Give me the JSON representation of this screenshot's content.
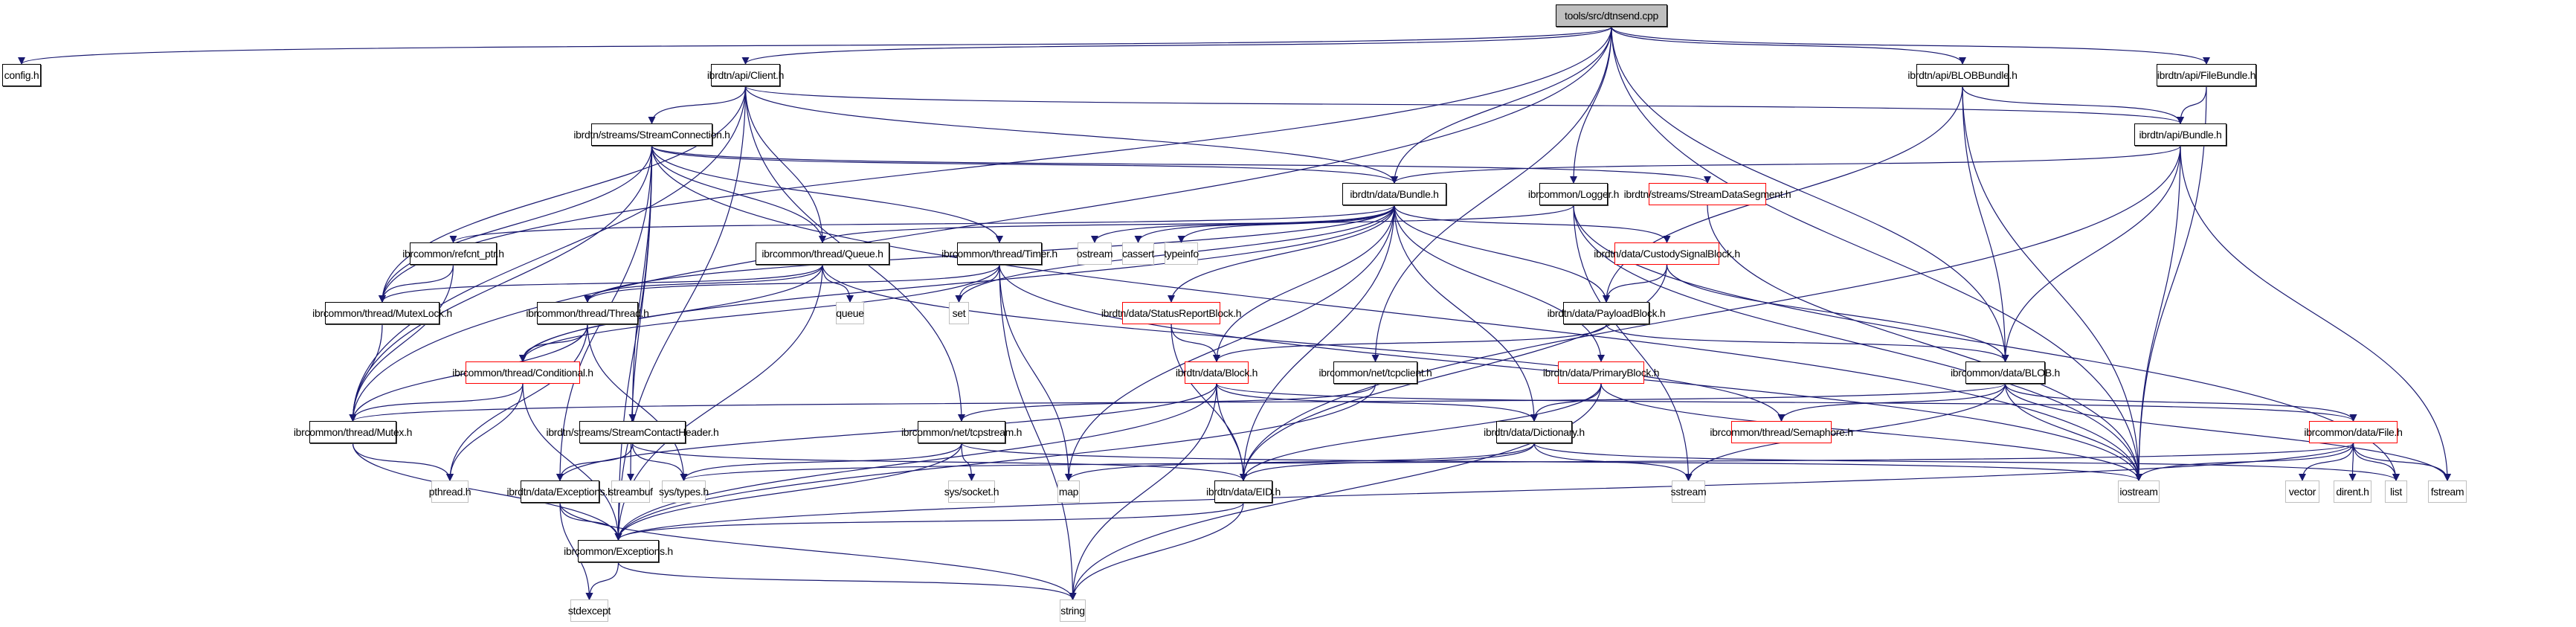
{
  "diagram": {
    "title": "tools/src/dtnsend.cpp include dependency graph",
    "colors": {
      "edge": "#191970",
      "root_fill": "#bfbfbf",
      "truncated_border": "#ff0000",
      "system_border": "#bfbfbf",
      "normal_border": "#000000"
    },
    "nodes": [
      {
        "id": "dtnsend",
        "label": "tools/src/dtnsend.cpp",
        "kind": "root"
      },
      {
        "id": "config",
        "label": "config.h",
        "kind": "normal"
      },
      {
        "id": "client",
        "label": "ibrdtn/api/Client.h",
        "kind": "normal"
      },
      {
        "id": "blobbundle",
        "label": "ibrdtn/api/BLOBBundle.h",
        "kind": "normal"
      },
      {
        "id": "filebundle",
        "label": "ibrdtn/api/FileBundle.h",
        "kind": "normal"
      },
      {
        "id": "streamconn",
        "label": "ibrdtn/streams/StreamConnection.h",
        "kind": "normal"
      },
      {
        "id": "apibundle",
        "label": "ibrdtn/api/Bundle.h",
        "kind": "normal"
      },
      {
        "id": "databundle",
        "label": "ibrdtn/data/Bundle.h",
        "kind": "normal"
      },
      {
        "id": "logger",
        "label": "ibrcommon/Logger.h",
        "kind": "normal"
      },
      {
        "id": "streamdataseg",
        "label": "ibrdtn/streams/StreamDataSegment.h",
        "kind": "red"
      },
      {
        "id": "refcnt",
        "label": "ibrcommon/refcnt_ptr.h",
        "kind": "normal"
      },
      {
        "id": "queue_h",
        "label": "ibrcommon/thread/Queue.h",
        "kind": "normal"
      },
      {
        "id": "timer",
        "label": "ibrcommon/thread/Timer.h",
        "kind": "normal"
      },
      {
        "id": "ostream",
        "label": "ostream",
        "kind": "sys"
      },
      {
        "id": "cassert",
        "label": "cassert",
        "kind": "sys"
      },
      {
        "id": "typeinfo",
        "label": "typeinfo",
        "kind": "sys"
      },
      {
        "id": "custody",
        "label": "ibrdtn/data/CustodySignalBlock.h",
        "kind": "red"
      },
      {
        "id": "mutexlock",
        "label": "ibrcommon/thread/MutexLock.h",
        "kind": "normal"
      },
      {
        "id": "thread",
        "label": "ibrcommon/thread/Thread.h",
        "kind": "normal"
      },
      {
        "id": "queue",
        "label": "queue",
        "kind": "sys"
      },
      {
        "id": "set",
        "label": "set",
        "kind": "sys"
      },
      {
        "id": "statusreport",
        "label": "ibrdtn/data/StatusReportBlock.h",
        "kind": "red"
      },
      {
        "id": "payload",
        "label": "ibrdtn/data/PayloadBlock.h",
        "kind": "normal"
      },
      {
        "id": "conditional",
        "label": "ibrcommon/thread/Conditional.h",
        "kind": "red"
      },
      {
        "id": "block",
        "label": "ibrdtn/data/Block.h",
        "kind": "red"
      },
      {
        "id": "tcpclient",
        "label": "ibrcommon/net/tcpclient.h",
        "kind": "normal"
      },
      {
        "id": "primary",
        "label": "ibrdtn/data/PrimaryBlock.h",
        "kind": "red"
      },
      {
        "id": "blob",
        "label": "ibrcommon/data/BLOB.h",
        "kind": "normal"
      },
      {
        "id": "mutex",
        "label": "ibrcommon/thread/Mutex.h",
        "kind": "normal"
      },
      {
        "id": "contacthdr",
        "label": "ibrdtn/streams/StreamContactHeader.h",
        "kind": "normal"
      },
      {
        "id": "tcpstream",
        "label": "ibrcommon/net/tcpstream.h",
        "kind": "normal"
      },
      {
        "id": "dictionary",
        "label": "ibrdtn/data/Dictionary.h",
        "kind": "normal"
      },
      {
        "id": "semaphore",
        "label": "ibrcommon/thread/Semaphore.h",
        "kind": "red"
      },
      {
        "id": "file",
        "label": "ibrcommon/data/File.h",
        "kind": "red"
      },
      {
        "id": "pthread",
        "label": "pthread.h",
        "kind": "sys"
      },
      {
        "id": "dataexc",
        "label": "ibrdtn/data/Exceptions.h",
        "kind": "normal"
      },
      {
        "id": "streambuf",
        "label": "streambuf",
        "kind": "sys"
      },
      {
        "id": "systypes",
        "label": "sys/types.h",
        "kind": "sys"
      },
      {
        "id": "syssocket",
        "label": "sys/socket.h",
        "kind": "sys"
      },
      {
        "id": "map",
        "label": "map",
        "kind": "sys"
      },
      {
        "id": "eid",
        "label": "ibrdtn/data/EID.h",
        "kind": "normal"
      },
      {
        "id": "sstream",
        "label": "sstream",
        "kind": "sys"
      },
      {
        "id": "iostream",
        "label": "iostream",
        "kind": "sys"
      },
      {
        "id": "vector",
        "label": "vector",
        "kind": "sys"
      },
      {
        "id": "dirent",
        "label": "dirent.h",
        "kind": "sys"
      },
      {
        "id": "list",
        "label": "list",
        "kind": "sys"
      },
      {
        "id": "fstream",
        "label": "fstream",
        "kind": "sys"
      },
      {
        "id": "commonexc",
        "label": "ibrcommon/Exceptions.h",
        "kind": "normal"
      },
      {
        "id": "stdexcept",
        "label": "stdexcept",
        "kind": "sys"
      },
      {
        "id": "string",
        "label": "string",
        "kind": "sys"
      }
    ],
    "edges": [
      [
        "dtnsend",
        "config"
      ],
      [
        "dtnsend",
        "client"
      ],
      [
        "dtnsend",
        "blobbundle"
      ],
      [
        "dtnsend",
        "filebundle"
      ],
      [
        "dtnsend",
        "logger"
      ],
      [
        "dtnsend",
        "databundle"
      ],
      [
        "dtnsend",
        "mutexlock"
      ],
      [
        "dtnsend",
        "mutex"
      ],
      [
        "dtnsend",
        "blob"
      ],
      [
        "dtnsend",
        "tcpclient"
      ],
      [
        "dtnsend",
        "iostream"
      ],
      [
        "client",
        "streamconn"
      ],
      [
        "client",
        "apibundle"
      ],
      [
        "client",
        "databundle"
      ],
      [
        "client",
        "queue_h"
      ],
      [
        "client",
        "mutexlock"
      ],
      [
        "client",
        "mutex"
      ],
      [
        "client",
        "tcpstream"
      ],
      [
        "client",
        "commonexc"
      ],
      [
        "blobbundle",
        "apibundle"
      ],
      [
        "blobbundle",
        "blob"
      ],
      [
        "blobbundle",
        "payload"
      ],
      [
        "blobbundle",
        "iostream"
      ],
      [
        "filebundle",
        "apibundle"
      ],
      [
        "filebundle",
        "iostream"
      ],
      [
        "apibundle",
        "databundle"
      ],
      [
        "apibundle",
        "blob"
      ],
      [
        "apibundle",
        "eid"
      ],
      [
        "apibundle",
        "iostream"
      ],
      [
        "apibundle",
        "fstream"
      ],
      [
        "streamconn",
        "databundle"
      ],
      [
        "streamconn",
        "streamdataseg"
      ],
      [
        "streamconn",
        "contacthdr"
      ],
      [
        "streamconn",
        "queue_h"
      ],
      [
        "streamconn",
        "timer"
      ],
      [
        "streamconn",
        "mutexlock"
      ],
      [
        "streamconn",
        "mutex"
      ],
      [
        "streamconn",
        "dataexc"
      ],
      [
        "streamconn",
        "streambuf"
      ],
      [
        "streamconn",
        "commonexc"
      ],
      [
        "streamconn",
        "iostream"
      ],
      [
        "databundle",
        "refcnt"
      ],
      [
        "databundle",
        "ostream"
      ],
      [
        "databundle",
        "cassert"
      ],
      [
        "databundle",
        "typeinfo"
      ],
      [
        "databundle",
        "custody"
      ],
      [
        "databundle",
        "statusreport"
      ],
      [
        "databundle",
        "payload"
      ],
      [
        "databundle",
        "primary"
      ],
      [
        "databundle",
        "block"
      ],
      [
        "databundle",
        "dictionary"
      ],
      [
        "databundle",
        "eid"
      ],
      [
        "databundle",
        "set"
      ],
      [
        "databundle",
        "map"
      ],
      [
        "databundle",
        "thread"
      ],
      [
        "databundle",
        "conditional"
      ],
      [
        "logger",
        "queue_h"
      ],
      [
        "logger",
        "sstream"
      ],
      [
        "logger",
        "iostream"
      ],
      [
        "logger",
        "list"
      ],
      [
        "streamdataseg",
        "iostream"
      ],
      [
        "refcnt",
        "mutexlock"
      ],
      [
        "refcnt",
        "mutex"
      ],
      [
        "queue_h",
        "mutexlock"
      ],
      [
        "queue_h",
        "thread"
      ],
      [
        "queue_h",
        "conditional"
      ],
      [
        "queue_h",
        "semaphore"
      ],
      [
        "queue_h",
        "queue"
      ],
      [
        "queue_h",
        "commonexc"
      ],
      [
        "timer",
        "thread"
      ],
      [
        "timer",
        "conditional"
      ],
      [
        "timer",
        "set"
      ],
      [
        "timer",
        "map"
      ],
      [
        "timer",
        "string"
      ],
      [
        "timer",
        "iostream"
      ],
      [
        "custody",
        "payload"
      ],
      [
        "custody",
        "blob"
      ],
      [
        "custody",
        "eid"
      ],
      [
        "mutexlock",
        "mutex"
      ],
      [
        "thread",
        "mutex"
      ],
      [
        "thread",
        "conditional"
      ],
      [
        "thread",
        "pthread"
      ],
      [
        "thread",
        "systypes"
      ],
      [
        "statusreport",
        "block"
      ],
      [
        "statusreport",
        "eid"
      ],
      [
        "payload",
        "block"
      ],
      [
        "payload",
        "blob"
      ],
      [
        "conditional",
        "mutex"
      ],
      [
        "conditional",
        "pthread"
      ],
      [
        "conditional",
        "commonexc"
      ],
      [
        "block",
        "dataexc"
      ],
      [
        "block",
        "eid"
      ],
      [
        "block",
        "commonexc"
      ],
      [
        "block",
        "string"
      ],
      [
        "block",
        "dictionary"
      ],
      [
        "block",
        "file"
      ],
      [
        "tcpclient",
        "tcpstream"
      ],
      [
        "tcpclient",
        "commonexc"
      ],
      [
        "primary",
        "dictionary"
      ],
      [
        "primary",
        "eid"
      ],
      [
        "primary",
        "string"
      ],
      [
        "primary",
        "iostream"
      ],
      [
        "blob",
        "mutex"
      ],
      [
        "blob",
        "semaphore"
      ],
      [
        "blob",
        "file"
      ],
      [
        "blob",
        "iostream"
      ],
      [
        "blob",
        "sstream"
      ],
      [
        "blob",
        "fstream"
      ],
      [
        "mutex",
        "commonexc"
      ],
      [
        "mutex",
        "pthread"
      ],
      [
        "contacthdr",
        "dataexc"
      ],
      [
        "contacthdr",
        "eid"
      ],
      [
        "contacthdr",
        "systypes"
      ],
      [
        "tcpstream",
        "systypes"
      ],
      [
        "tcpstream",
        "syssocket"
      ],
      [
        "tcpstream",
        "commonexc"
      ],
      [
        "tcpstream",
        "iostream"
      ],
      [
        "dictionary",
        "eid"
      ],
      [
        "dictionary",
        "sstream"
      ],
      [
        "dictionary",
        "list"
      ],
      [
        "dictionary",
        "map"
      ],
      [
        "file",
        "vector"
      ],
      [
        "file",
        "dirent"
      ],
      [
        "file",
        "list"
      ],
      [
        "file",
        "fstream"
      ],
      [
        "file",
        "iostream"
      ],
      [
        "file",
        "commonexc"
      ],
      [
        "file",
        "systypes"
      ],
      [
        "dataexc",
        "commonexc"
      ],
      [
        "dataexc",
        "stdexcept"
      ],
      [
        "dataexc",
        "string"
      ],
      [
        "eid",
        "commonexc"
      ],
      [
        "eid",
        "string"
      ],
      [
        "commonexc",
        "stdexcept"
      ],
      [
        "commonexc",
        "string"
      ]
    ]
  }
}
